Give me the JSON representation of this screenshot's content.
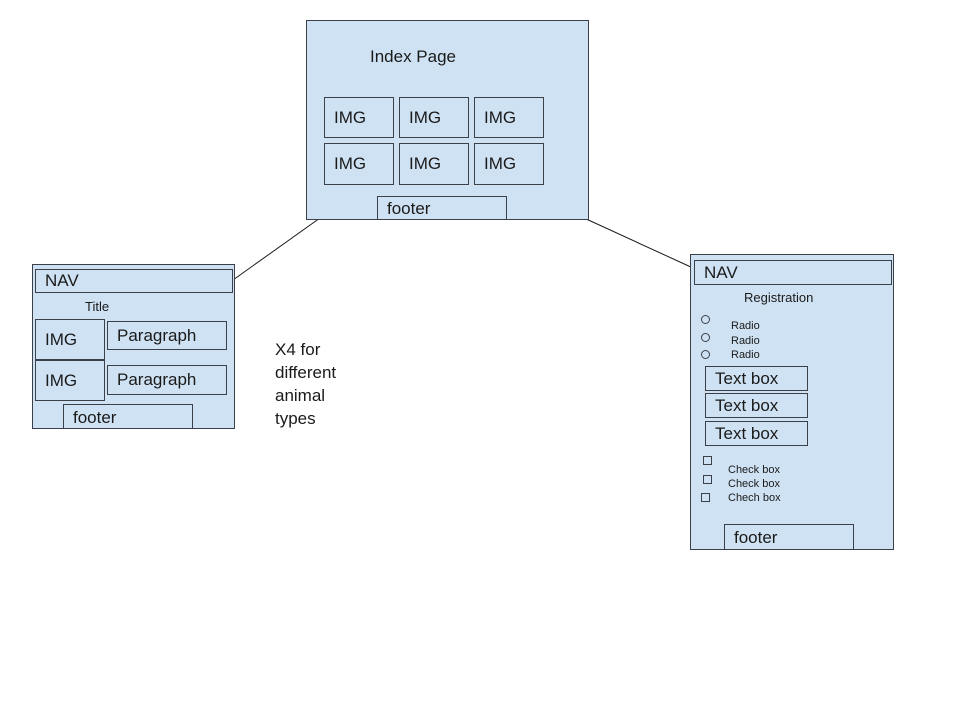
{
  "colors": {
    "page_fill": "#cfe2f3",
    "stroke": "#3c4048"
  },
  "index_page": {
    "title": "Index Page",
    "images": [
      "IMG",
      "IMG",
      "IMG",
      "IMG",
      "IMG",
      "IMG"
    ],
    "footer": "footer"
  },
  "animal_page": {
    "nav": "NAV",
    "title": "Title",
    "rows": [
      {
        "img": "IMG",
        "paragraph": "Paragraph"
      },
      {
        "img": "IMG",
        "paragraph": "Paragraph"
      }
    ],
    "footer": "footer"
  },
  "animal_note": {
    "lines": [
      "X4 for",
      "different",
      "animal",
      "types"
    ]
  },
  "registration_page": {
    "nav": "NAV",
    "title": "Registration",
    "radios": [
      "Radio",
      "Radio",
      "Radio"
    ],
    "text_boxes": [
      "Text box",
      "Text box",
      "Text box"
    ],
    "checkboxes": [
      "Check box",
      "Check box",
      "Chech box"
    ],
    "footer": "footer"
  }
}
